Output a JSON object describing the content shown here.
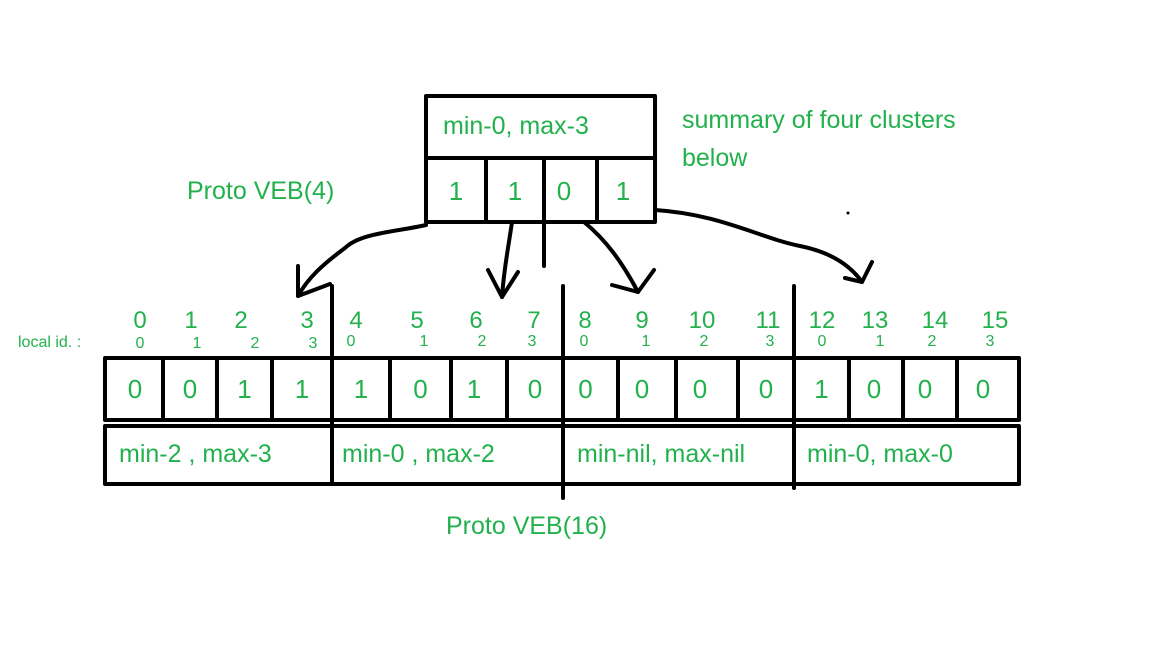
{
  "summary": {
    "minmax": "min-0, max-3",
    "bits": [
      "1",
      "1",
      "0",
      "1"
    ],
    "label": "Proto VEB(4)",
    "note_line1": "summary of four clusters",
    "note_line2": "below"
  },
  "main": {
    "indices": [
      "0",
      "1",
      "2",
      "3",
      "4",
      "5",
      "6",
      "7",
      "8",
      "9",
      "10",
      "11",
      "12",
      "13",
      "14",
      "15"
    ],
    "local_ids": [
      "0",
      "1",
      "2",
      "3",
      "0",
      "1",
      "2",
      "3",
      "0",
      "1",
      "2",
      "3",
      "0",
      "1",
      "2",
      "3"
    ],
    "local_label": "local id. :",
    "bits": [
      "0",
      "0",
      "1",
      "1",
      "1",
      "0",
      "1",
      "0",
      "0",
      "0",
      "0",
      "0",
      "1",
      "0",
      "0",
      "0"
    ],
    "clusters": [
      "min-2 , max-3",
      "min-0 , max-2",
      "min-nil, max-nil",
      "min-0, max-0"
    ],
    "label": "Proto VEB(16)"
  },
  "colors": {
    "text": "#22b14c",
    "stroke": "#000000"
  }
}
